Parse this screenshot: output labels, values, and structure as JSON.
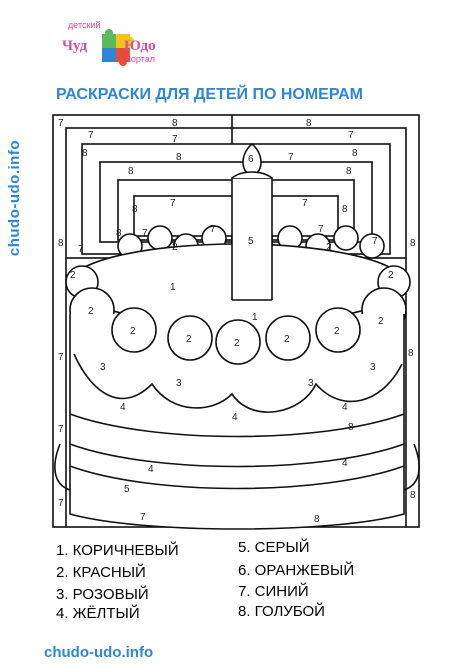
{
  "site": {
    "side_url": "chudo-udo.info",
    "bottom_url": "chudo-udo.info"
  },
  "logo": {
    "top_word": "детский",
    "left_word": "Чуд",
    "right_word": "Юдо",
    "bottom_word": "портал"
  },
  "title": "РАСКРАСКИ ДЛЯ ДЕТЕЙ ПО НОМЕРАМ",
  "legend": [
    "1. КОРИЧНЕВЫЙ",
    "2. КРАСНЫЙ",
    "3. РОЗОВЫЙ",
    "4. ЖЁЛТЫЙ",
    "5. СЕРЫЙ",
    "6. ОРАНЖЕВЫЙ",
    "7. СИНИЙ",
    "8. ГОЛУБОЙ"
  ],
  "region_numbers": {
    "n1": "1",
    "n2": "2",
    "n3": "3",
    "n4": "4",
    "n5": "5",
    "n6": "6",
    "n7": "7",
    "n8": "8"
  },
  "colors": {
    "accent": "#2e86d6",
    "logo_pink": "#e04a9a",
    "logo_green": "#5cb85c",
    "logo_yellow": "#f0c419",
    "logo_blue": "#2e86d6",
    "logo_red": "#e74c3c"
  }
}
